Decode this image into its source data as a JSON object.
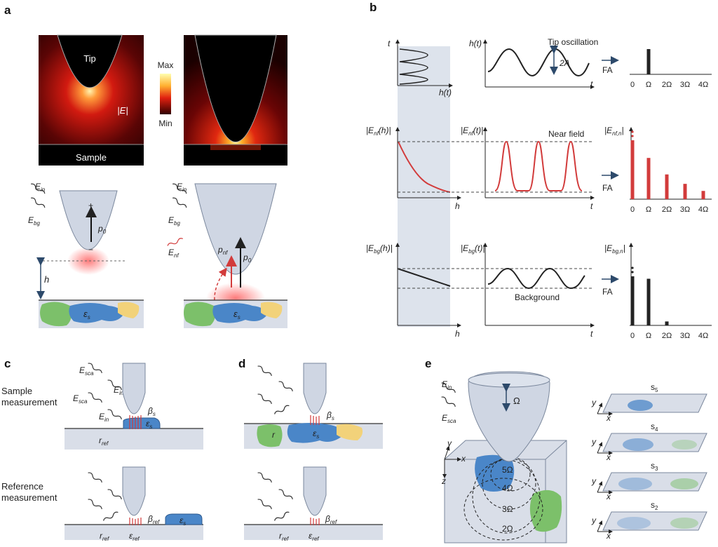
{
  "panels": {
    "a": "a",
    "b": "b",
    "c": "c",
    "d": "d",
    "e": "e"
  },
  "a": {
    "tip": "Tip",
    "sample": "Sample",
    "field": "|E|",
    "scale_max": "Max",
    "scale_min": "Min",
    "ein": "E",
    "ein_sub": "in",
    "ebg": "E",
    "ebg_sub": "bg",
    "enf": "E",
    "enf_sub": "nf",
    "p0": "p",
    "p0_sub": "0",
    "pnf": "p",
    "pnf_sub": "nf",
    "h": "h",
    "eps": "ε",
    "eps_sub": "s",
    "plus": "+",
    "minus": "−"
  },
  "b": {
    "t": "t",
    "ht_axis": "h(t)",
    "h": "h",
    "tip_osc": "Tip oscillation",
    "twoA": "2A",
    "fa": "FA",
    "near_field": "Near field",
    "background": "Background",
    "ticks": [
      "0",
      "Ω",
      "2Ω",
      "3Ω",
      "4Ω"
    ],
    "enf_h": "|E",
    "enf_h_sub": "nf",
    "enf_h_arg": "(h)|",
    "enf_t": "|E",
    "enf_t_sub": "nf",
    "enf_t_arg": "(t)|",
    "enfn": "|E",
    "enfn_sub": "nf,n",
    "enfn_arg": "|",
    "ebg_h": "|E",
    "ebg_h_sub": "bg",
    "ebg_h_arg": "(h)|",
    "ebg_t": "|E",
    "ebg_t_sub": "bg",
    "ebg_t_arg": "(t)|",
    "ebgn": "|E",
    "ebgn_sub": "bg,n",
    "ebgn_arg": "|"
  },
  "c": {
    "sample_meas_1": "Sample",
    "sample_meas_2": "measurement",
    "ref_meas_1": "Reference",
    "ref_meas_2": "measurement",
    "esca": "E",
    "esca_sub": "sca",
    "ein": "E",
    "ein_sub": "in",
    "beta_s": "β",
    "beta_s_sub": "s",
    "beta_ref": "β",
    "beta_ref_sub": "ref",
    "eps_s": "ε",
    "eps_s_sub": "s",
    "eps_ref": "ε",
    "eps_ref_sub": "ref",
    "r_ref": "r",
    "r_ref_sub": "ref"
  },
  "d": {
    "r": "r",
    "beta_s": "β",
    "beta_s_sub": "s",
    "eps_s": "ε",
    "eps_s_sub": "s",
    "r_ref": "r",
    "r_ref_sub": "ref",
    "eps_ref": "ε",
    "eps_ref_sub": "ref",
    "beta_ref": "β",
    "beta_ref_sub": "ref"
  },
  "e": {
    "ein": "E",
    "ein_sub": "in",
    "esca": "E",
    "esca_sub": "sca",
    "omega": "Ω",
    "harmonics": [
      "5Ω",
      "4Ω",
      "3Ω",
      "2Ω"
    ],
    "x": "x",
    "y": "y",
    "z": "z",
    "s_labels": [
      "s",
      "s",
      "s",
      "s"
    ],
    "s_subs": [
      "5",
      "4",
      "3",
      "2"
    ]
  },
  "colors": {
    "tip": "#cfd6e3",
    "substrate": "#d9dee8",
    "blue": "#4a86c8",
    "green": "#7cc06a",
    "yellow": "#f2d27a",
    "red": "#d23b3b",
    "shade": "#dde3ec"
  },
  "chart_data": [
    {
      "type": "bar",
      "name": "tip-oscillation-spectrum",
      "categories": [
        "0",
        "Ω",
        "2Ω",
        "3Ω",
        "4Ω"
      ],
      "values": [
        0,
        1,
        0,
        0,
        0
      ]
    },
    {
      "type": "bar",
      "name": "near-field-spectrum",
      "categories": [
        "0",
        "Ω",
        "2Ω",
        "3Ω",
        "4Ω"
      ],
      "values": [
        1,
        0.7,
        0.42,
        0.26,
        0.14
      ]
    },
    {
      "type": "bar",
      "name": "background-spectrum",
      "categories": [
        "0",
        "Ω",
        "2Ω",
        "3Ω",
        "4Ω"
      ],
      "values": [
        1,
        0.95,
        0.08,
        0,
        0
      ]
    }
  ]
}
